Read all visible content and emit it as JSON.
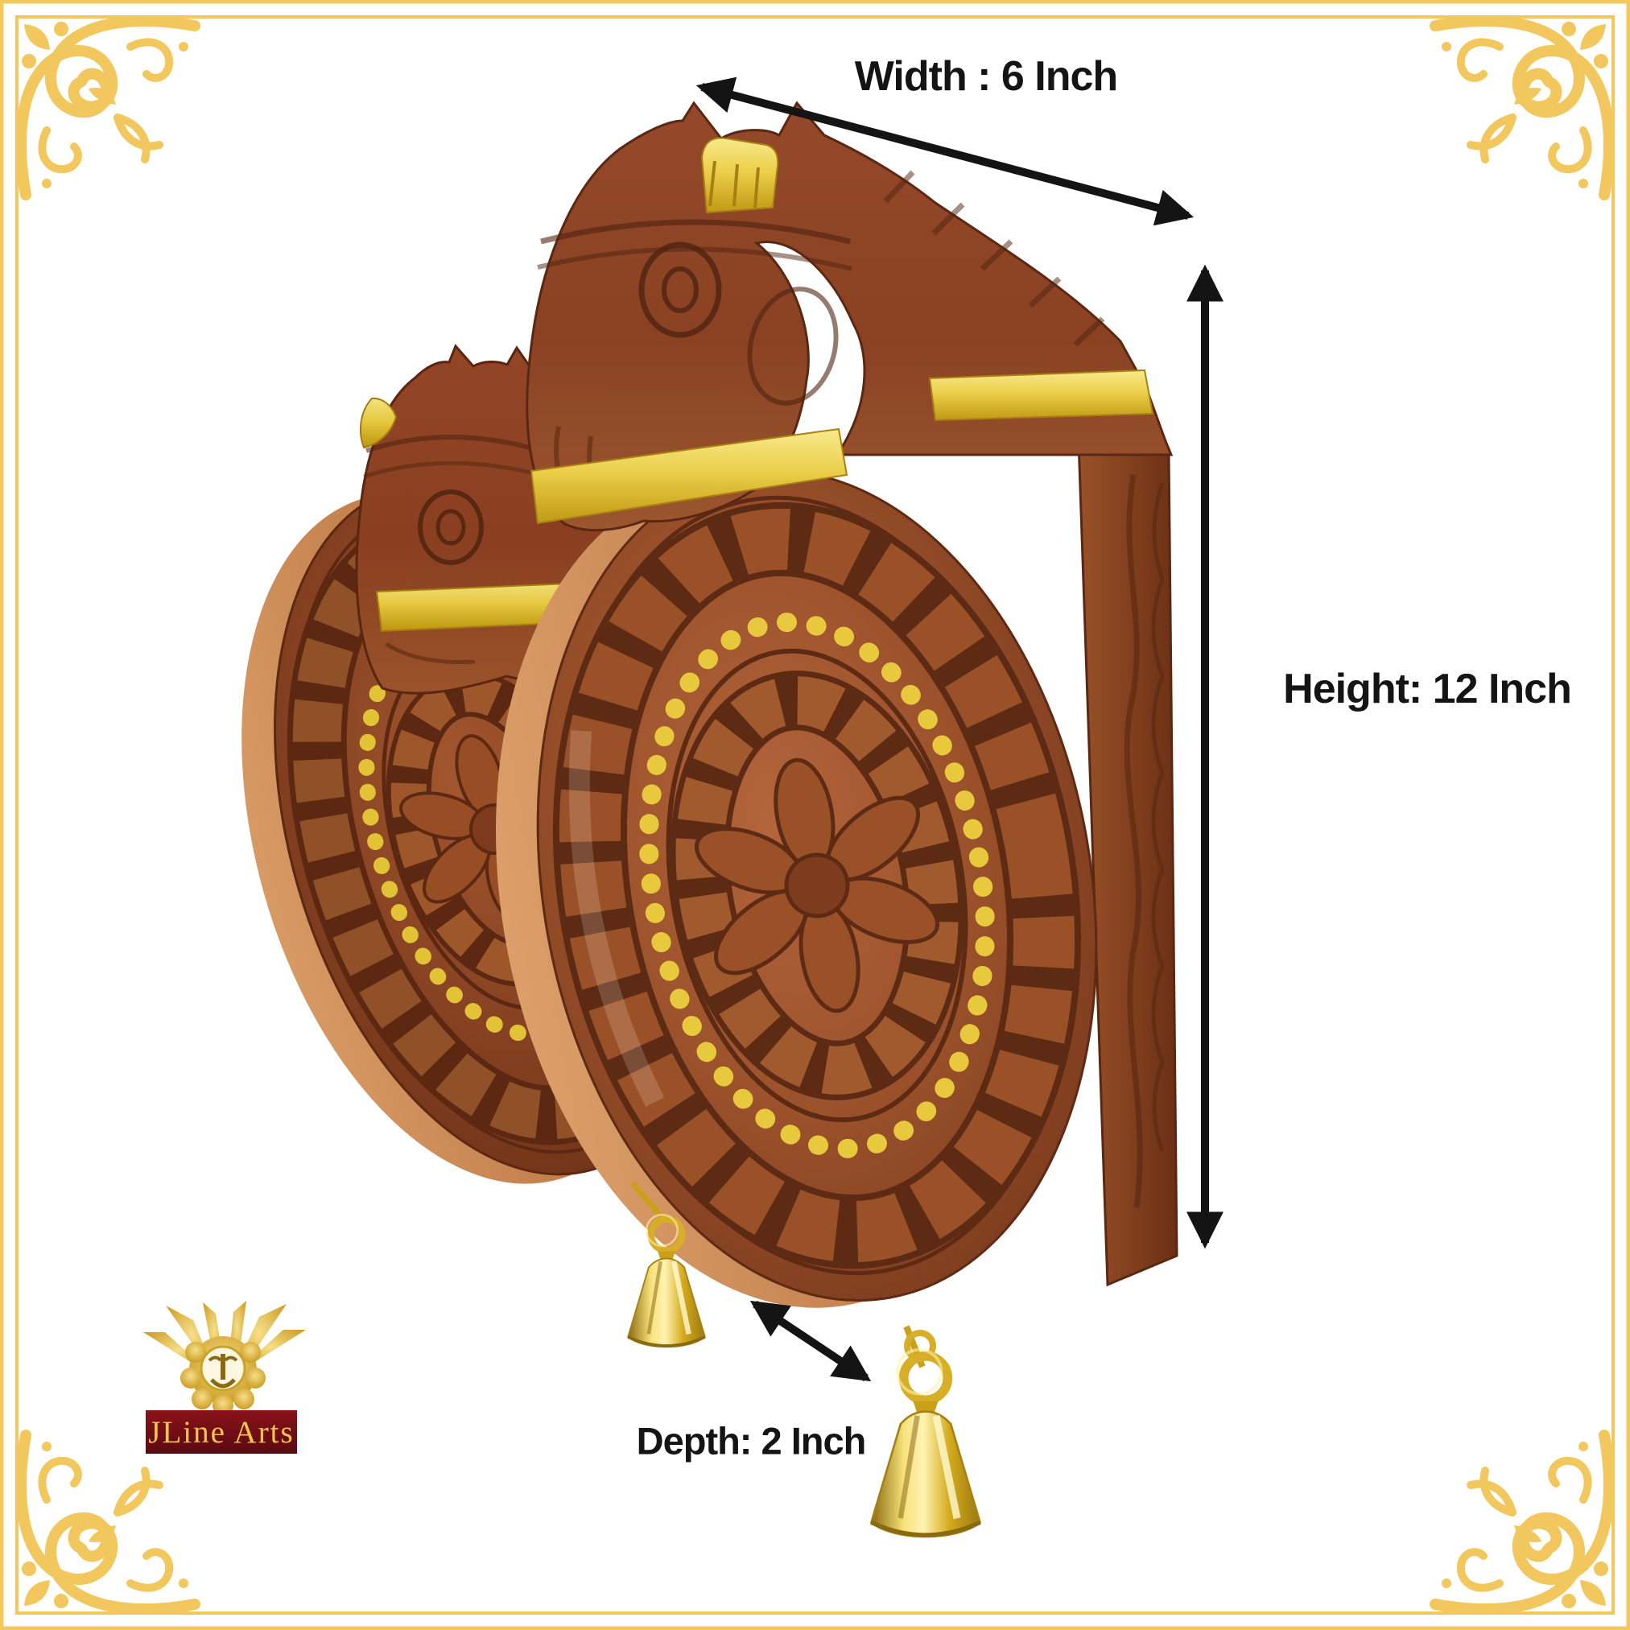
{
  "page": {
    "type": "product-dimension-graphic"
  },
  "annotations": {
    "width": {
      "label": "Width : 6 Inch"
    },
    "height": {
      "label": "Height: 12 Inch"
    },
    "depth": {
      "label": "Depth: 2 Inch"
    }
  },
  "brand": {
    "name": "JLine Arts"
  },
  "product": {
    "subject": "pair-of-carved-wooden-horse-wall-brackets",
    "visible_features": [
      "carved horse head",
      "floral medallion disc",
      "gold painted bands and dots",
      "hanging brass bell",
      "wall mounting plank"
    ]
  },
  "colors": {
    "background": "#FFFFFF",
    "frame_gold": "#F2C75E",
    "annotation_text": "#141414",
    "wood_light": "#C9834F",
    "wood_mid": "#99522B",
    "wood_dark": "#6B3015",
    "brass": "#E9C93E",
    "logo_maroon": "#6B0D13",
    "logo_gold": "#F3C44F"
  }
}
